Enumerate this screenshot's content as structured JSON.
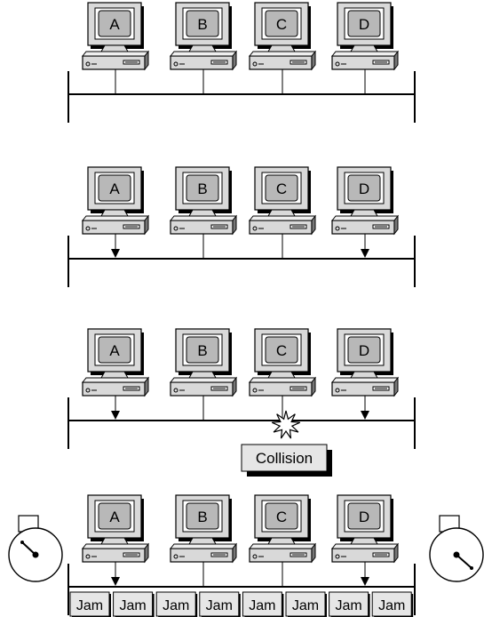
{
  "scenes": [
    {
      "computers": [
        "A",
        "B",
        "C",
        "D"
      ],
      "transmitting": [],
      "collision": false,
      "jam": false,
      "timers": false
    },
    {
      "computers": [
        "A",
        "B",
        "C",
        "D"
      ],
      "transmitting": [
        "A",
        "D"
      ],
      "collision": false,
      "jam": false,
      "timers": false
    },
    {
      "computers": [
        "A",
        "B",
        "C",
        "D"
      ],
      "transmitting": [
        "A",
        "D"
      ],
      "collision": true,
      "jam": false,
      "timers": false
    },
    {
      "computers": [
        "A",
        "B",
        "C",
        "D"
      ],
      "transmitting": [
        "A",
        "D"
      ],
      "collision": false,
      "jam": true,
      "timers": true
    }
  ],
  "collision_label": "Collision",
  "jam_label": "Jam",
  "jam_count": 8,
  "colors": {
    "line": "#000000",
    "device_fill": "#d9d9d9",
    "screen_fill": "#b8b8b8",
    "label_box_fill": "#e6e6e6",
    "shadow": "#000000",
    "background": "#ffffff"
  },
  "icons": {
    "computer": "desktop-computer-icon",
    "collision": "starburst-collision-icon",
    "timer": "backoff-timer-clock-icon",
    "arrow": "down-arrow-icon"
  }
}
